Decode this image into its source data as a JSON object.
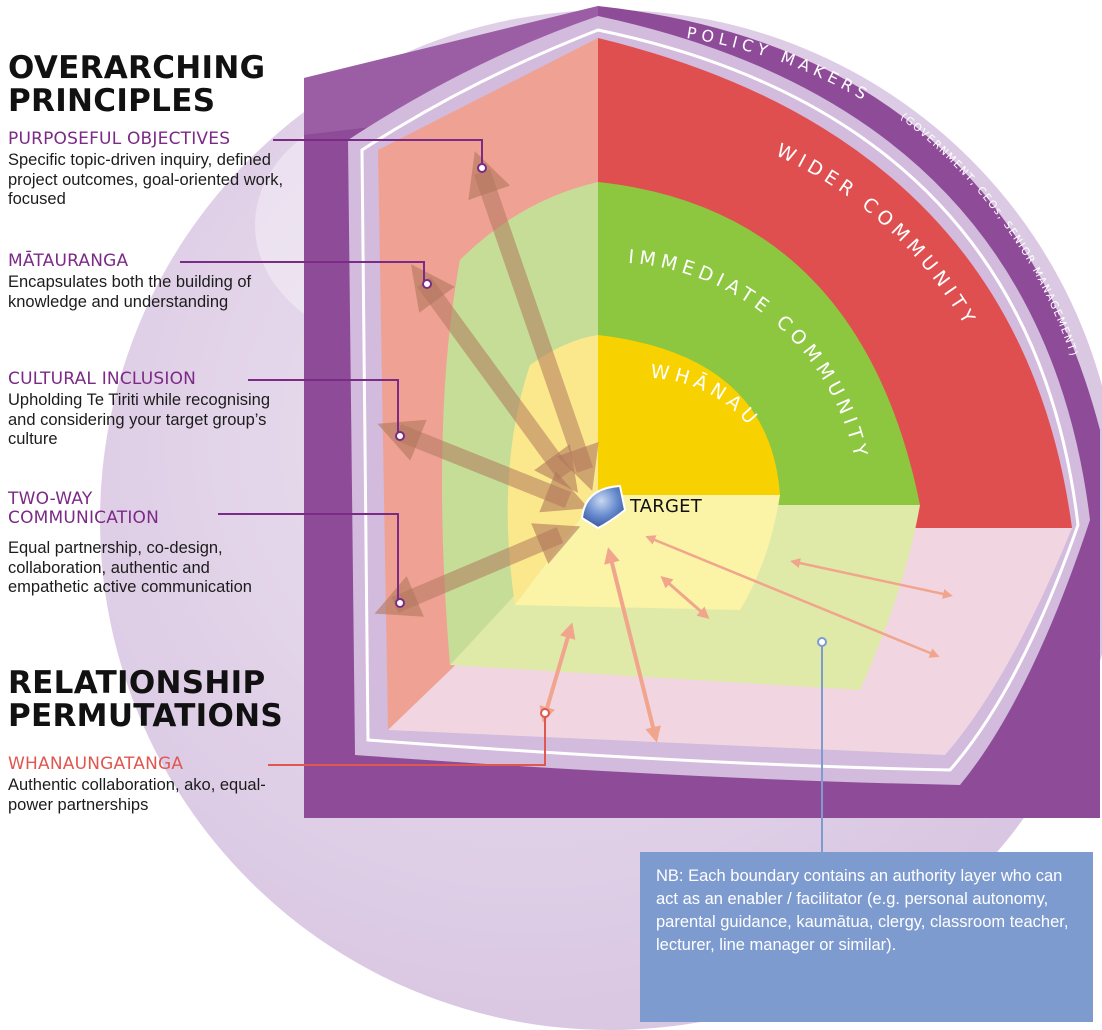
{
  "principles_heading": "OVERARCHING PRINCIPLES",
  "principles": [
    {
      "title": "PURPOSEFUL OBJECTIVES",
      "description": "Specific topic-driven inquiry, defined project outcomes, goal-oriented work, focused"
    },
    {
      "title": "MĀTAURANGA",
      "description": "Encapsulates both the building of knowledge and understanding"
    },
    {
      "title": "CULTURAL INCLUSION",
      "description": "Upholding Te Tiriti while recognising and considering your target group’s culture"
    },
    {
      "title": "TWO-WAY COMMUNICATION",
      "description": "Equal partnership, co-design, collaboration, authentic and empathetic active communication"
    }
  ],
  "relationships_heading": "RELATIONSHIP PERMUTATIONS",
  "relationships": [
    {
      "title": "WHANAUNGATANGA",
      "description": "Authentic collaboration, ako, equal-power partnerships"
    }
  ],
  "layers": {
    "center": "TARGET",
    "inner": "WHĀNAU",
    "middle": "IMMEDIATE COMMUNITY",
    "outer": "WIDER COMMUNITY",
    "outermost": "POLICY MAKERS",
    "outermost_note": "(GOVERNMENT, CEOs, SENIOR MANAGEMENT)"
  },
  "note": "NB: Each boundary contains an authority layer who can act as an enabler / facilitator (e.g. personal autonomy, parental guidance, kaumātua, clergy, classroom teacher, lecturer, line manager or similar).",
  "colors": {
    "policy_makers": "#8e4b98",
    "wider_community": "#e04f50",
    "immediate_community": "#8dc63f",
    "whanau": "#f8d100",
    "target": "#5b7ec4",
    "principle_text": "#7b2a86",
    "relationship_text": "#e0574f",
    "note_box": "#7e9bd0"
  }
}
